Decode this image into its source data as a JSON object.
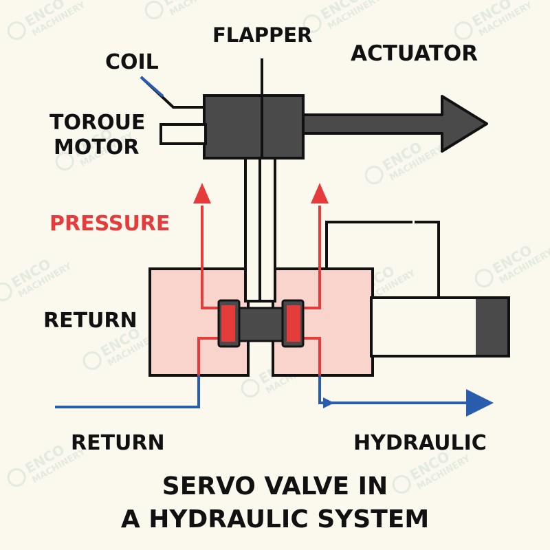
{
  "colors": {
    "background": "#fbf8ee",
    "body_fill": "#f8d4cc",
    "component_fill": "#4a4a4a",
    "pressure_red": "#e53b3b",
    "return_blue": "#2a5cae",
    "outline": "#111111",
    "watermark": "#cfe0d2"
  },
  "labels": {
    "flapper": "FLAPPER",
    "actuator": "ACTUATOR",
    "coil": "COIL",
    "torque_motor_line1": "TOROUE",
    "torque_motor_line2": "MOTOR",
    "pressure": "PRESSURE",
    "return_left": "RETURN",
    "return_bottom": "RETURN",
    "hydraulic": "HYDRAULIC"
  },
  "title": {
    "line1": "SERVO VALVE IN",
    "line2": "A HYDRAULIC SYSTEM"
  },
  "watermark": {
    "line1": "ENCO",
    "line2": "MACHINERY"
  }
}
